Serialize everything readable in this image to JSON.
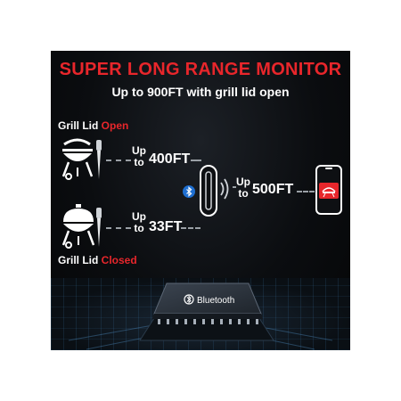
{
  "header": {
    "title": "SUPER LONG RANGE MONITOR",
    "subtitle": "Up to 900FT with grill lid open"
  },
  "grill_open": {
    "label_prefix": "Grill Lid ",
    "label_state": "Open",
    "upto": "Up",
    "to": "to",
    "distance": "400FT"
  },
  "grill_closed": {
    "label_prefix": "Grill Lid ",
    "label_state": "Closed",
    "upto": "Up",
    "to": "to",
    "distance": "33FT"
  },
  "receiver_link": {
    "upto": "Up",
    "to": "to",
    "distance": "500FT"
  },
  "chip": {
    "label": "Bluetooth"
  },
  "icons": {
    "bluetooth": "bluetooth-icon",
    "grill": "grill-icon",
    "probe": "thermometer-probe-icon",
    "receiver": "receiver-icon",
    "phone": "smartphone-icon",
    "wifi": "signal-waves-icon"
  },
  "colors": {
    "accent": "#e8262b",
    "background": "#0b0d10",
    "text": "#ffffff"
  }
}
